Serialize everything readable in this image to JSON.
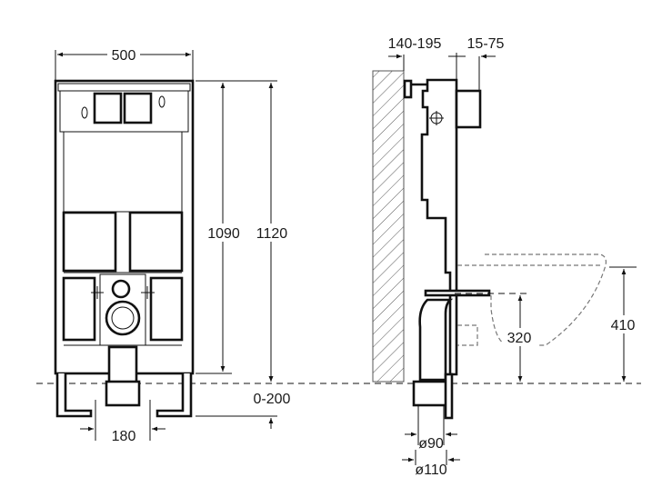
{
  "drawing": {
    "front_view": {
      "width_label": "500",
      "height_frame_label": "1090",
      "height_total_label": "1120",
      "floor_adjust_label": "0-200",
      "pipe_spacing_label": "180"
    },
    "side_view": {
      "wall_distance_label": "140-195",
      "front_depth_label": "15-75",
      "pipe_height_label": "320",
      "bowl_height_label": "410",
      "inner_diameter_label": "ø90",
      "outer_diameter_label": "ø110"
    }
  }
}
